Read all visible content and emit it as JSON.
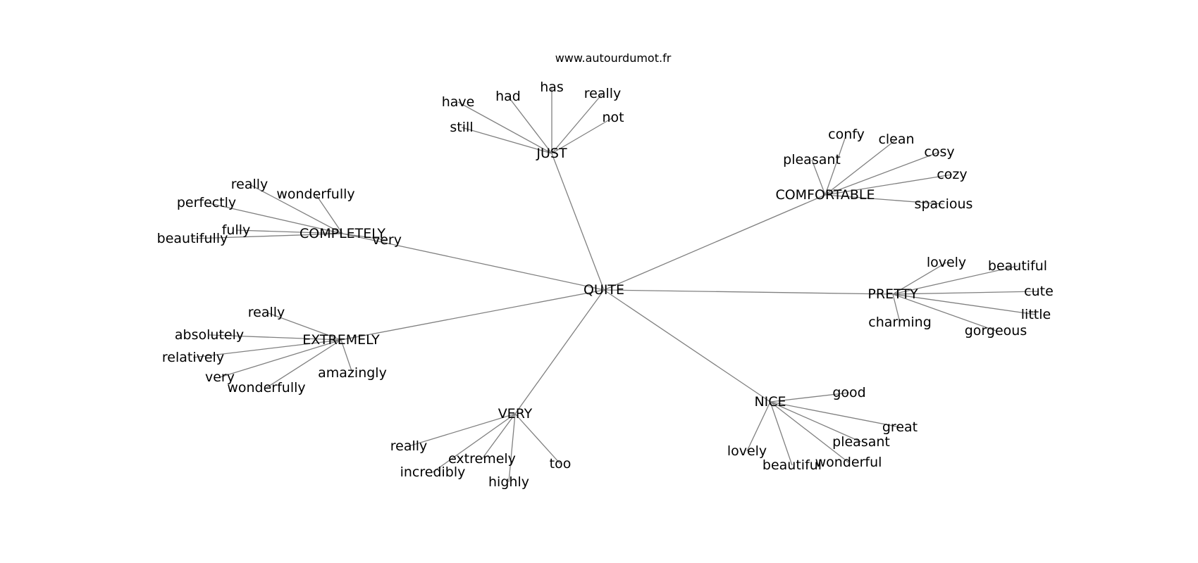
{
  "source": "www.autourdumot.fr",
  "center": "QUITE",
  "groups": [
    {
      "hub": "JUST",
      "words": [
        "have",
        "had",
        "has",
        "really",
        "not",
        "still"
      ]
    },
    {
      "hub": "COMFORTABLE",
      "words": [
        "confy",
        "clean",
        "cosy",
        "pleasant",
        "cozy",
        "spacious"
      ]
    },
    {
      "hub": "COMPLETELY",
      "words": [
        "really",
        "wonderfully",
        "perfectly",
        "fully",
        "beautifully",
        "very"
      ]
    },
    {
      "hub": "PRETTY",
      "words": [
        "lovely",
        "beautiful",
        "cute",
        "little",
        "gorgeous",
        "charming"
      ]
    },
    {
      "hub": "EXTREMELY",
      "words": [
        "really",
        "absolutely",
        "relatively",
        "very",
        "wonderfully",
        "amazingly"
      ]
    },
    {
      "hub": "VERY",
      "words": [
        "really",
        "extremely",
        "incredibly",
        "highly",
        "too"
      ]
    },
    {
      "hub": "NICE",
      "words": [
        "good",
        "great",
        "pleasant",
        "wonderful",
        "lovely",
        "beautiful"
      ]
    }
  ]
}
